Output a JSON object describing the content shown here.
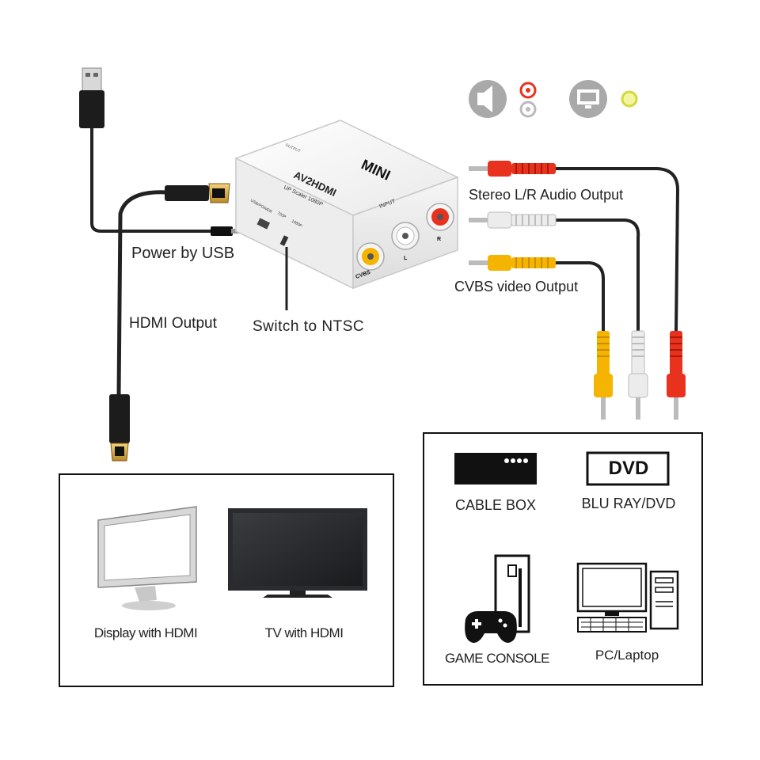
{
  "device": {
    "brand": "MINI",
    "model": "AV2HDMI",
    "subtitle": "UP Scaler 1080P",
    "input_label": "INPUT",
    "output_label": "OUTPUT",
    "usb_label": "USB/POWER",
    "switch_720": "720P",
    "switch_1080": "1080P",
    "port_cvbs": "CVBS",
    "port_l": "L",
    "port_r": "R"
  },
  "labels": {
    "power_usb": "Power by USB",
    "hdmi_output": "HDMI Output",
    "switch_ntsc": "Switch to NTSC",
    "stereo_audio": "Stereo L/R Audio Output",
    "cvbs_video": "CVBS video Output"
  },
  "output_devices": [
    {
      "label": "Display with HDMI",
      "icon": "monitor-icon"
    },
    {
      "label": "TV with HDMI",
      "icon": "tv-icon"
    }
  ],
  "input_sources": [
    {
      "label": "CABLE BOX",
      "icon": "cable-box-icon"
    },
    {
      "label": "BLU RAY/DVD",
      "icon": "dvd-player-icon",
      "badge": "DVD"
    },
    {
      "label": "GAME CONSOLE",
      "icon": "game-console-icon"
    },
    {
      "label": "PC/Laptop",
      "icon": "desktop-pc-icon"
    }
  ],
  "colors": {
    "red": "#e8321e",
    "white": "#f2f2f2",
    "yellow": "#f5b400",
    "cable": "#222222"
  }
}
